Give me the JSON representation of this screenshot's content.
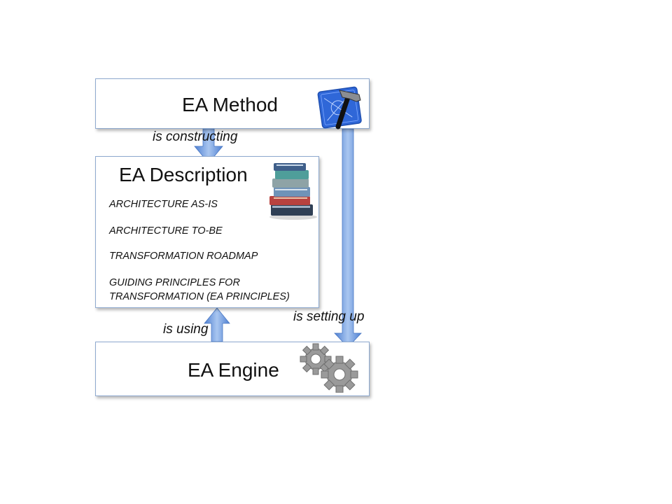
{
  "method": {
    "title": "EA Method",
    "icon": "hammer-blueprint-icon"
  },
  "description": {
    "title": "EA Description",
    "icon": "books-stack-icon",
    "items": [
      "ARCHITECTURE AS-IS",
      "ARCHITECTURE TO-BE",
      "TRANSFORMATION ROADMAP",
      "GUIDING PRINCIPLES FOR",
      "TRANSFORMATION (EA PRINCIPLES)"
    ]
  },
  "engine": {
    "title": "EA Engine",
    "icon": "gears-icon"
  },
  "relations": {
    "constructing": "is constructing",
    "using": "is using",
    "setting_up": "is setting up"
  },
  "colors": {
    "arrow": "#5b8bd6",
    "arrow_light": "#a9c6f0",
    "box_border": "#8ea9cf"
  }
}
